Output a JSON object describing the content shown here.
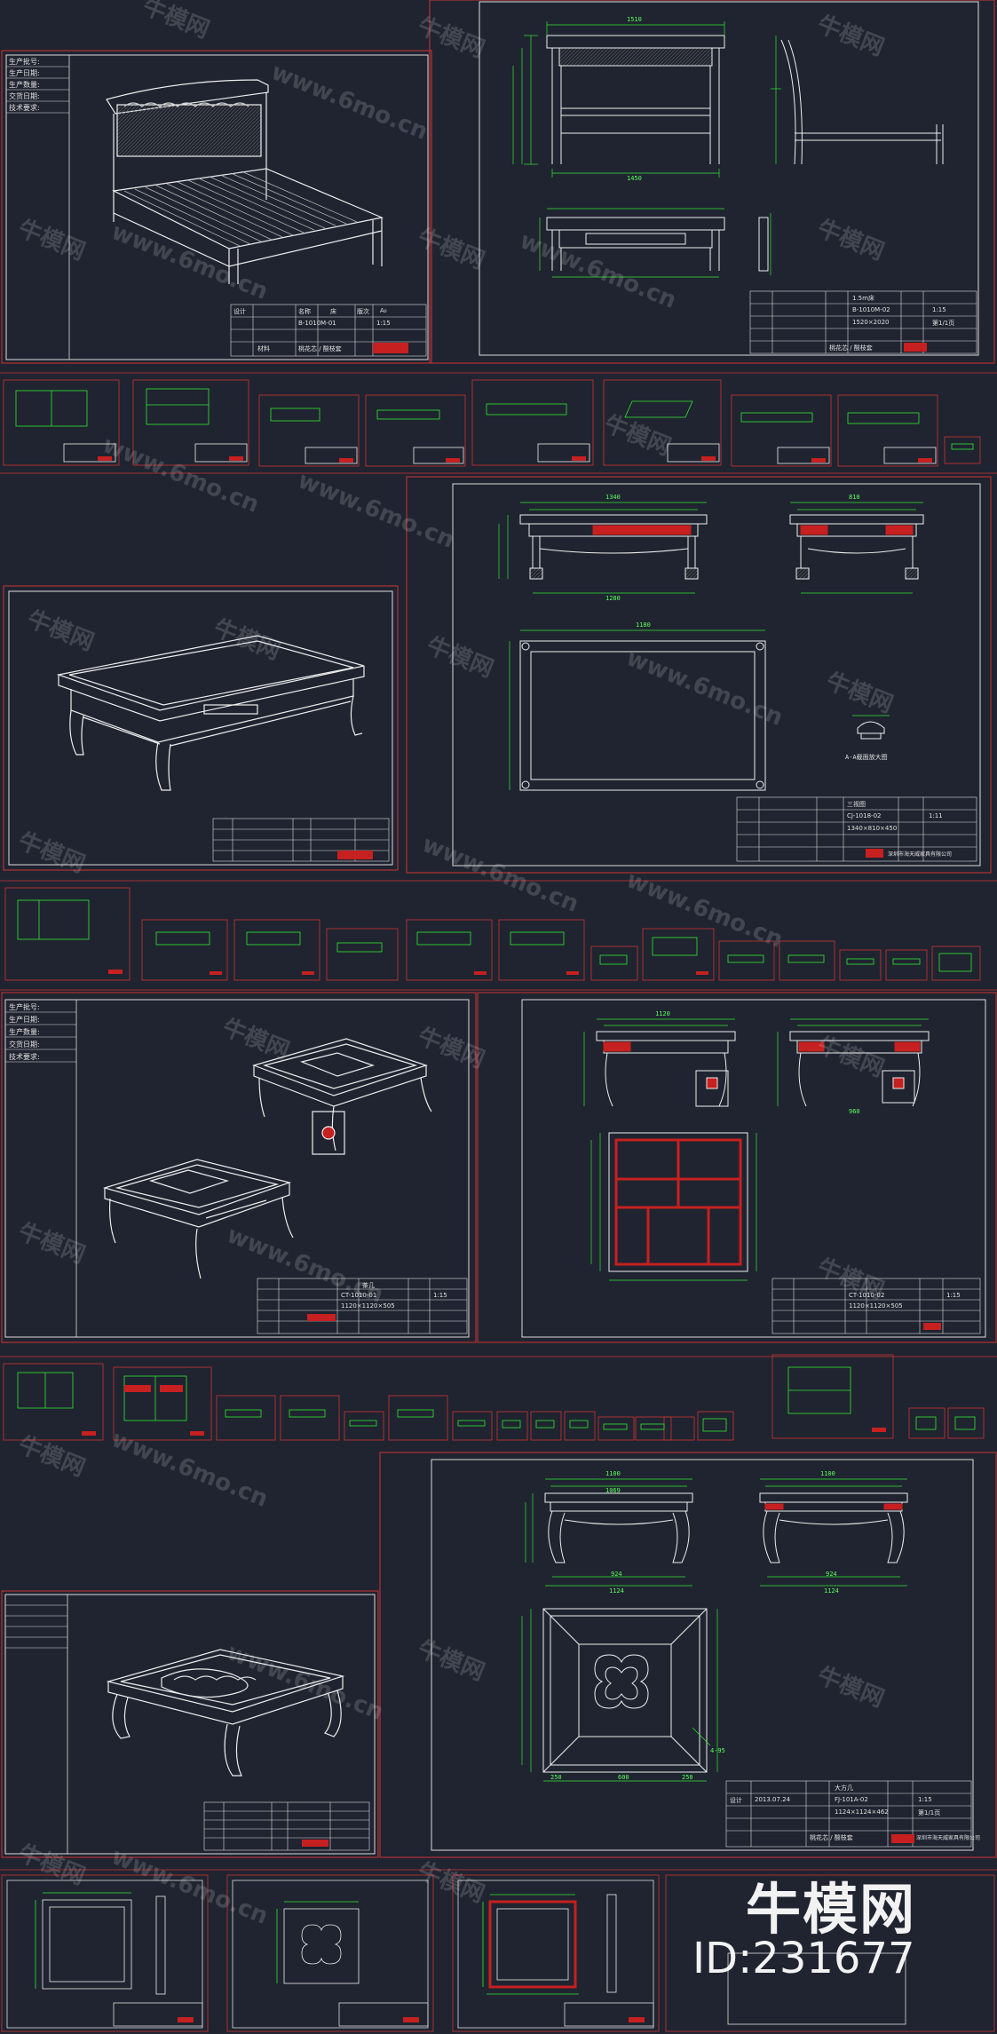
{
  "watermark": {
    "text_cn": "牛模网",
    "text_url": "www.6mo.cn"
  },
  "brand": {
    "name": "牛模网",
    "id_label": "ID:231677"
  },
  "sheet_labels": [
    "生产批号:",
    "生产日期:",
    "生产数量:",
    "交货日期:",
    "技术要求:"
  ],
  "title_blocks": {
    "bed_3d": {
      "design": "设计",
      "name_label": "名称",
      "name": "床",
      "version": "版次",
      "version_val": "A₀",
      "code": "B-1010M-01",
      "ratio": "1:15",
      "material": "材料",
      "material_val": "桃花芯 / 酸枝套"
    },
    "bed_plan": {
      "name": "1.5m床",
      "code": "B-1010M-02",
      "ratio": "1:15",
      "spec": "1520×2020",
      "page": "第1/1页",
      "material_val": "桃花芯 / 酸枝套"
    },
    "table_plan": {
      "name": "三视图",
      "code": "CJ-1018-02",
      "ratio": "1:11",
      "spec": "1340×810×450",
      "company": "深圳市海天威家具有限公司"
    },
    "square_3d": {
      "name": "茶几",
      "code": "CT-1010-01",
      "ratio": "1:15",
      "spec": "1120×1120×505"
    },
    "square_plan": {
      "code": "CT-1010-02",
      "ratio": "1:15",
      "spec": "1120×1120×505"
    },
    "big_table": {
      "design": "设计",
      "date": "2013.07.24",
      "name": "大方几",
      "code": "FJ-101A-02",
      "ratio": "1:15",
      "spec": "1124×1124×462",
      "page": "第1/1页",
      "material_val": "桃花芯 / 酸枝套",
      "company": "深圳市海天威家具有限公司"
    }
  },
  "dimensions": {
    "bed_top": "1510",
    "bed_bottom": "1450",
    "table_top": "1340",
    "table_mid": "1280",
    "table_side": "810",
    "table_low": "1180",
    "section_label": "A-A截面放大图",
    "sq_top": "1120",
    "sq_mid": "960",
    "big_top1": "1100",
    "big_top2": "1069",
    "big_side1": "1100",
    "big_w": "924",
    "big_w2": "1124",
    "big_side2": "924",
    "big_side3": "1124",
    "big_bot1": "250",
    "big_bot2": "600",
    "big_bot3": "250",
    "big_side_r": "4-95"
  },
  "colors": {
    "bg": "#1f2430",
    "line_white": "#e8e8e8",
    "dim_green": "#33e633",
    "frame_red": "#d22",
    "red_fill": "#c62020"
  }
}
